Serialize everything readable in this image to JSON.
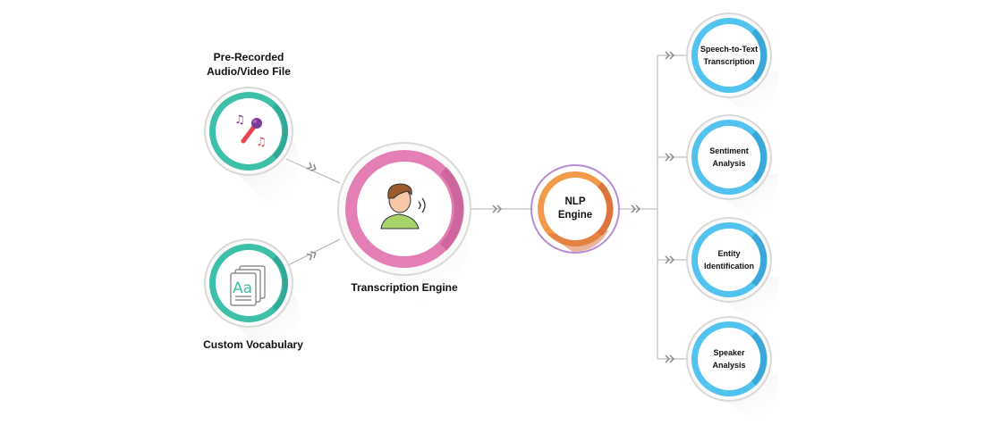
{
  "inputs": {
    "audio": {
      "label_line1": "Pre-Recorded",
      "label_line2": "Audio/Video File",
      "icon": "microphone-music-icon"
    },
    "vocab": {
      "label": "Custom Vocabulary",
      "icon": "documents-font-icon",
      "icon_text": "Aa"
    }
  },
  "engine": {
    "label": "Transcription Engine",
    "icon": "speaking-person-icon"
  },
  "nlp": {
    "line1": "NLP",
    "line2": "Engine"
  },
  "outputs": [
    {
      "line1": "Speech-to-Text",
      "line2": "Transcription"
    },
    {
      "line1": "Sentiment",
      "line2": "Analysis"
    },
    {
      "line1": "Entity",
      "line2": "Identification"
    },
    {
      "line1": "Speaker",
      "line2": "Analysis"
    }
  ],
  "colors": {
    "teal": "#3dbfa8",
    "teal_dark": "#2a9a87",
    "pink": "#e37fb4",
    "pink_dark": "#c45b94",
    "orange": "#f39a4a",
    "orange_dark": "#d66a3a",
    "purple_ring": "#b58cd6",
    "blue": "#52c3ee",
    "blue_dark": "#2f9bd0",
    "ring_gray": "#d9d9d9",
    "connector": "#b0b0b0"
  }
}
